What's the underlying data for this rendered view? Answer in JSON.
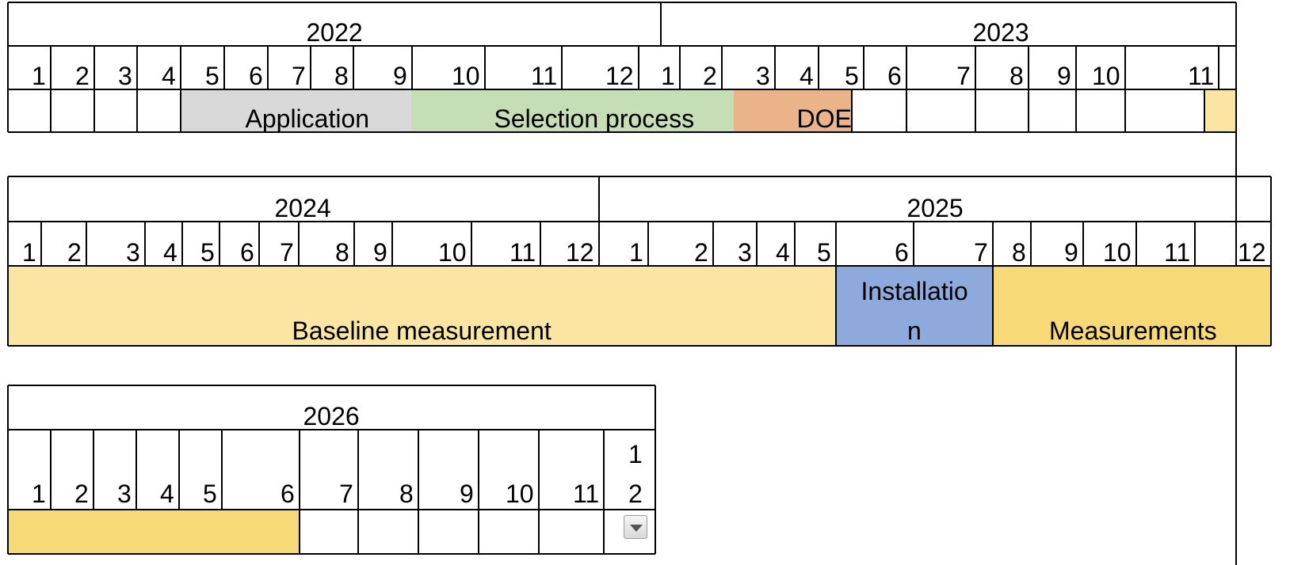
{
  "colors": {
    "application": "#d9d9d9",
    "selection": "#c5deb5",
    "doe": "#eab38a",
    "baseline": "#fae6a2",
    "installation": "#8eaadc",
    "measurements": "#f7d977",
    "border": "#000000"
  },
  "gantt": {
    "row1": {
      "years": [
        "2022",
        "2023"
      ],
      "months": [
        "1",
        "2",
        "3",
        "4",
        "5",
        "6",
        "7",
        "8",
        "9",
        "10",
        "11",
        "12",
        "1",
        "2",
        "3",
        "4",
        "5",
        "6",
        "7",
        "8",
        "9",
        "10",
        "11"
      ],
      "tasks": {
        "application": "Application",
        "selection": "Selection process",
        "doe": "DOE"
      }
    },
    "row2": {
      "years": [
        "2024",
        "2025"
      ],
      "months": [
        "1",
        "2",
        "3",
        "4",
        "5",
        "6",
        "7",
        "8",
        "9",
        "10",
        "11",
        "12",
        "1",
        "2",
        "3",
        "4",
        "5",
        "6",
        "7",
        "8",
        "9",
        "10",
        "11",
        "12"
      ],
      "tasks": {
        "baseline": "Baseline measurement",
        "installation_line1": "Installatio",
        "installation_line2": "n",
        "measurements": "Measurements"
      }
    },
    "row3": {
      "years": [
        "2026"
      ],
      "months": [
        "1",
        "2",
        "3",
        "4",
        "5",
        "6",
        "7",
        "8",
        "9",
        "10",
        "11"
      ],
      "month12_line1": "1",
      "month12_line2": "2"
    }
  },
  "dropdown_icon": "chevron-down-icon"
}
